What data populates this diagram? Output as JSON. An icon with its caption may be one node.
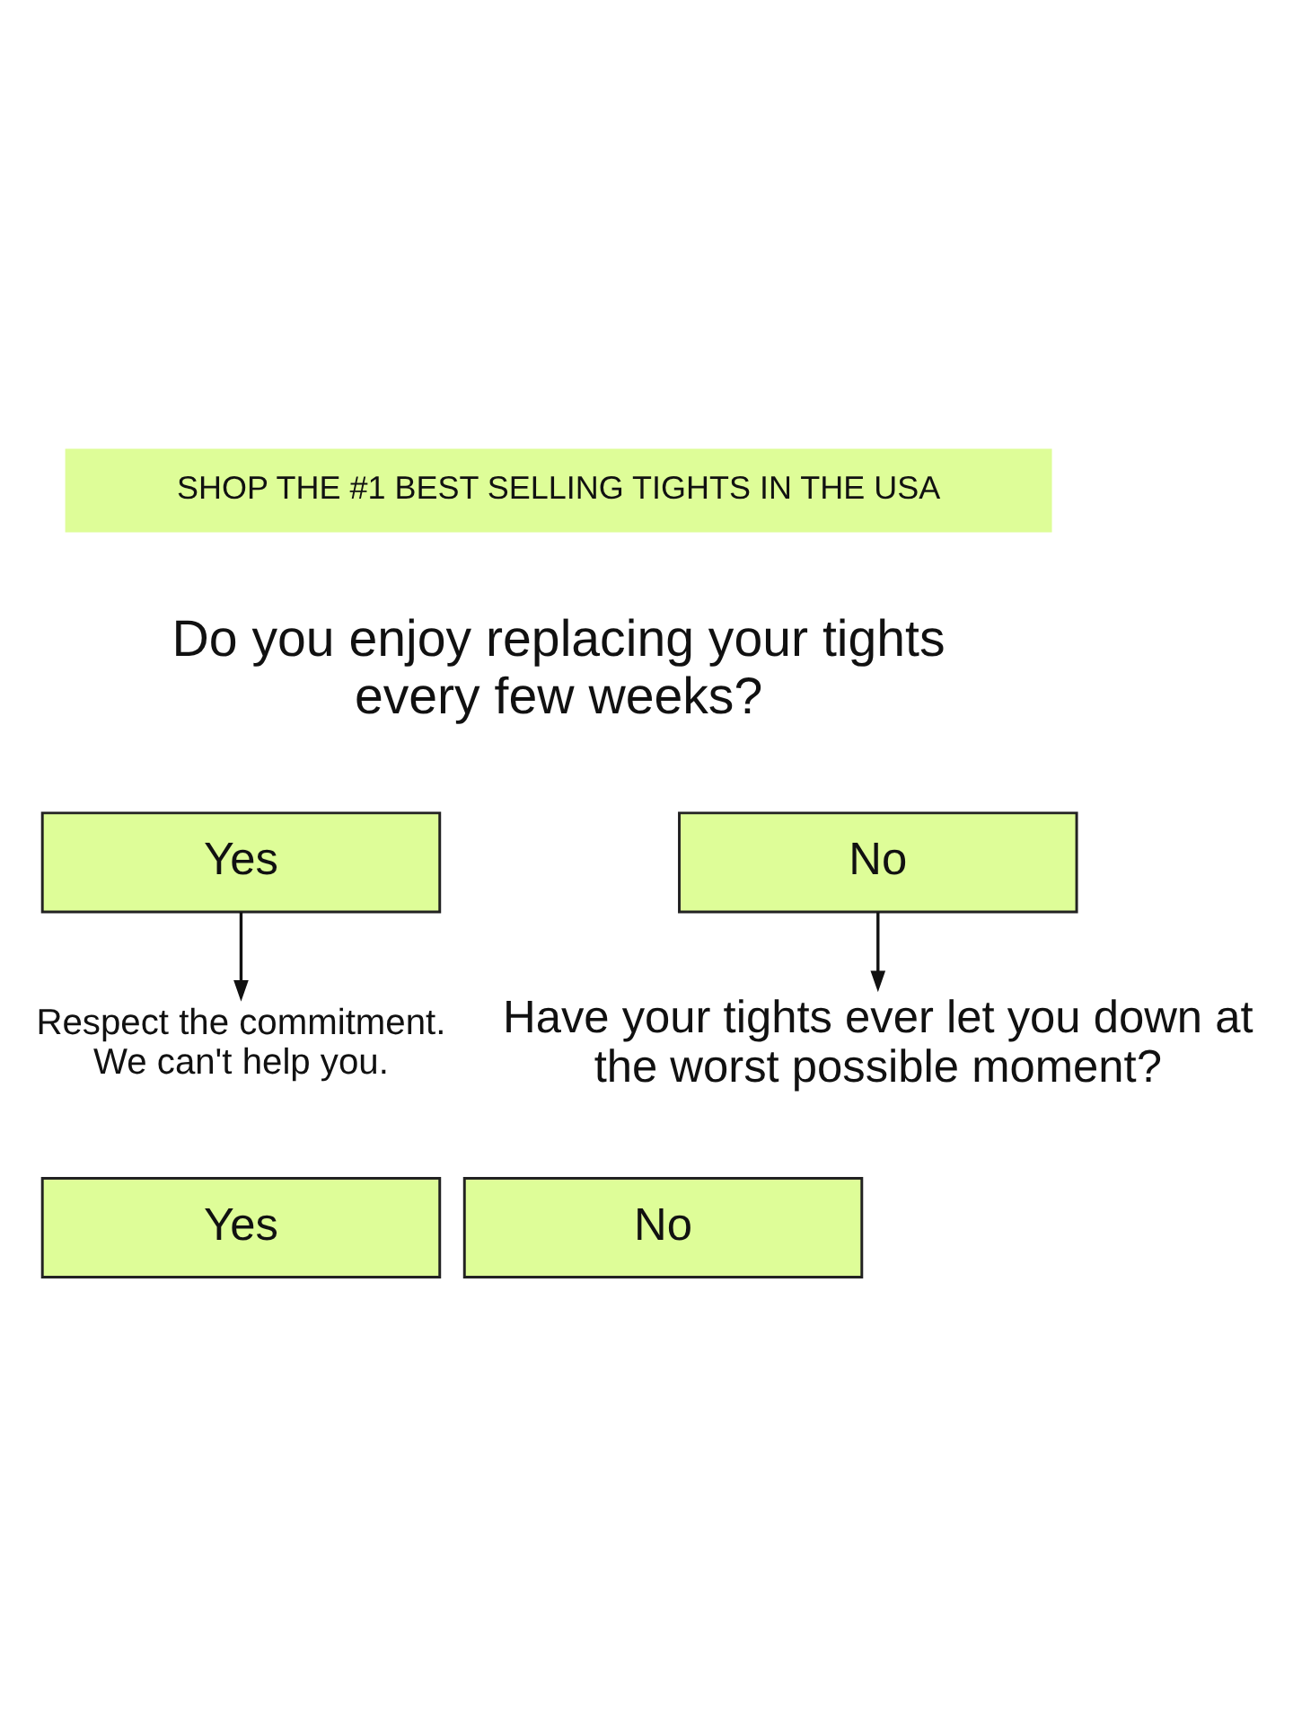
{
  "diagram": {
    "nodes": [
      {
        "text": [
          "SHOP THE #1 BEST SELLING TIGHTS IN THE USA"
        ]
      },
      {
        "text": [
          "Yes"
        ]
      },
      {
        "text": [
          "No"
        ]
      },
      {
        "text": [
          "Respect the commitment. We can't help you."
        ]
      },
      {
        "text": [
          "Have your tights ever let you down at the worst possible moment?"
        ]
      },
      {
        "text": [
          "Yes"
        ]
      },
      {
        "text": [
          "No"
        ]
      }
    ],
    "edges": [
      {
        "from": 1,
        "to": 3,
        "arrow": "to"
      },
      {
        "from": 2,
        "to": 4,
        "arrow": "to"
      }
    ],
    "labels": [
      "Do you enjoy replacing your tights every few weeks?"
    ]
  }
}
